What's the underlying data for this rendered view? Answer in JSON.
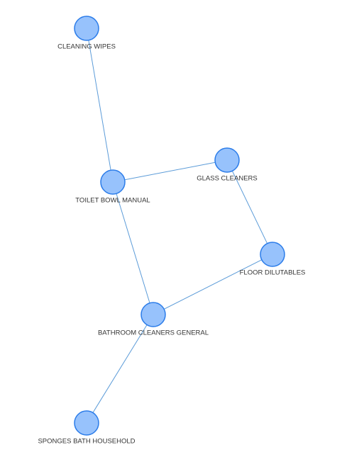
{
  "graph": {
    "node_fill": "#97c2fc",
    "node_border": "#2b7ce9",
    "edge_color": "#5b9bd8",
    "label_color": "#343434",
    "nodes": [
      {
        "id": "cleaning-wipes",
        "label": "CLEANING WIPES"
      },
      {
        "id": "glass-cleaners",
        "label": "GLASS CLEANERS"
      },
      {
        "id": "toilet-bowl-manual",
        "label": "TOILET BOWL MANUAL"
      },
      {
        "id": "floor-dilutables",
        "label": "FLOOR DILUTABLES"
      },
      {
        "id": "bathroom-cleaners-general",
        "label": "BATHROOM CLEANERS GENERAL"
      },
      {
        "id": "sponges-bath-household",
        "label": "SPONGES BATH HOUSEHOLD"
      }
    ],
    "edges": [
      {
        "from": "cleaning-wipes",
        "to": "toilet-bowl-manual"
      },
      {
        "from": "toilet-bowl-manual",
        "to": "glass-cleaners"
      },
      {
        "from": "glass-cleaners",
        "to": "floor-dilutables"
      },
      {
        "from": "toilet-bowl-manual",
        "to": "bathroom-cleaners-general"
      },
      {
        "from": "floor-dilutables",
        "to": "bathroom-cleaners-general"
      },
      {
        "from": "bathroom-cleaners-general",
        "to": "sponges-bath-household"
      }
    ]
  }
}
